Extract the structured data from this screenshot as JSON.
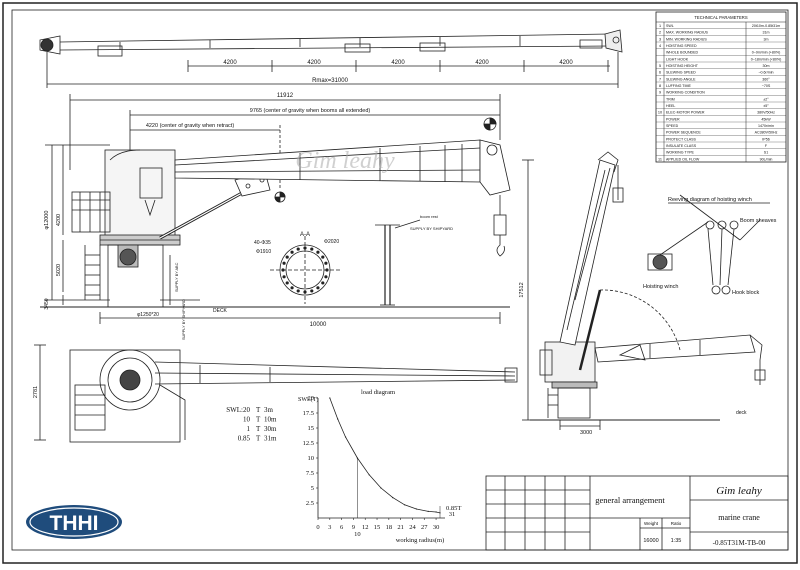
{
  "top_view": {
    "segments": [
      "4200",
      "4200",
      "4200",
      "4200",
      "4200"
    ],
    "total": "Rmax=31000"
  },
  "tech_params": {
    "title": "TECHNICAL PARAMETERS",
    "rows": [
      {
        "n": "1",
        "label": "SWL",
        "value": "20t10m-0.85t31m"
      },
      {
        "n": "2",
        "label": "MAX. WORKING RADIUS",
        "value": "31m"
      },
      {
        "n": "3",
        "label": "MIN. WORKING RADIUS",
        "value": "3m"
      },
      {
        "n": "4",
        "label": "HOISTING SPEED",
        "value": ""
      },
      {
        "n": "",
        "label": "WHOLE BOUNDED",
        "value": "0~9m/min (+80%)"
      },
      {
        "n": "",
        "label": "LIGHT HOOK",
        "value": "0~18m/min (<80%)"
      },
      {
        "n": "5",
        "label": "HOISTING HEIGHT",
        "value": "30m"
      },
      {
        "n": "6",
        "label": "SLEWING SPEED",
        "value": "~0.6r/min"
      },
      {
        "n": "7",
        "label": "SLEWING ANGLE",
        "value": "360°"
      },
      {
        "n": "8",
        "label": "LUFFING TIME",
        "value": "~70S"
      },
      {
        "n": "9",
        "label": "WORKING CONDITION",
        "value": ""
      },
      {
        "n": "",
        "label": "TRIM",
        "value": "±2°"
      },
      {
        "n": "",
        "label": "HEEL",
        "value": "±5°"
      },
      {
        "n": "10",
        "label": "ELEC-MOTOR POWER",
        "value": "380V/50Hz"
      },
      {
        "n": "",
        "label": "POWER",
        "value": "45kW"
      },
      {
        "n": "",
        "label": "SPEED",
        "value": "1470r/min"
      },
      {
        "n": "",
        "label": "POWER SEQUENCE",
        "value": "AC380V/50Hz"
      },
      {
        "n": "",
        "label": "PROTECT CLASS",
        "value": "IP56"
      },
      {
        "n": "",
        "label": "INSULATE CLASS",
        "value": "F"
      },
      {
        "n": "",
        "label": "WORKING TYPE",
        "value": "S1"
      },
      {
        "n": "11",
        "label": "APPLIED OIL FLOW",
        "value": "90L/min"
      }
    ]
  },
  "side_view": {
    "dim_total": "11912",
    "cog_boom": "9765 (center of gravity when booms all extended)",
    "cog_retract": "4220 (center of gravity when retract)",
    "height_total": "φ12000",
    "height_upper": "4200",
    "height_mid": "5020",
    "height_base": "3450",
    "ped_dia": "φ1250*20",
    "deck": "DECK",
    "boom_length": "10000",
    "boom_rest": "boom rest",
    "boom_rest_note": "SUPPLY BY SHIPYARD",
    "ped_note1": "SUPPLY BY ABC",
    "ped_note2": "SUPPLY BY SHIPYARD"
  },
  "section": {
    "title": "A-A",
    "d1": "40-Φ35",
    "d2": "Φ1910",
    "d3": "Φ2020"
  },
  "elevation": {
    "height": "17512",
    "base": "3000",
    "deck": "deck"
  },
  "reeving": {
    "title": "Reeving diagram of hoisting winch",
    "boom_sheaves": "Boom sheaves",
    "hoisting_winch": "Hoisting winch",
    "hook_block": "Hook block"
  },
  "plan_view": {
    "width": "2781"
  },
  "swl_table": [
    {
      "swl": "SWL:20",
      "unit": "T",
      "radius": "3m"
    },
    {
      "swl": "10",
      "unit": "T",
      "radius": "10m"
    },
    {
      "swl": "1",
      "unit": "T",
      "radius": "30m"
    },
    {
      "swl": "0.85",
      "unit": "T",
      "radius": "31m"
    }
  ],
  "chart_data": {
    "type": "line",
    "title": "load diagram",
    "xlabel": "working radius(m)",
    "ylabel": "SWL(T)",
    "x_ticks": [
      "0",
      "3",
      "6",
      "9",
      "12",
      "15",
      "18",
      "21",
      "24",
      "27",
      "30"
    ],
    "y_ticks": [
      "2.5",
      "5",
      "7.5",
      "10",
      "12.5",
      "15",
      "17.5",
      "20"
    ],
    "xlim": [
      0,
      31
    ],
    "ylim": [
      0,
      20
    ],
    "series": [
      {
        "x": [
          3,
          5,
          7,
          10,
          13,
          16,
          19,
          22,
          25,
          28,
          30,
          31
        ],
        "y": [
          20,
          16.5,
          13.5,
          10,
          7.2,
          5.0,
          3.4,
          2.2,
          1.5,
          1.1,
          1.0,
          0.85
        ]
      }
    ],
    "annotations": {
      "x10": "10",
      "x31": "31",
      "end_label": "0.85T"
    }
  },
  "title_block": {
    "title": "general arrangement",
    "weight_label": "Weight",
    "ratio_label": "Ratio",
    "weight": "16000",
    "ratio": "1:35",
    "product": "marine crane",
    "drawing_no": "-0.85T31M-TB-00"
  },
  "watermark": "Gim leahy",
  "logo": "THHI"
}
